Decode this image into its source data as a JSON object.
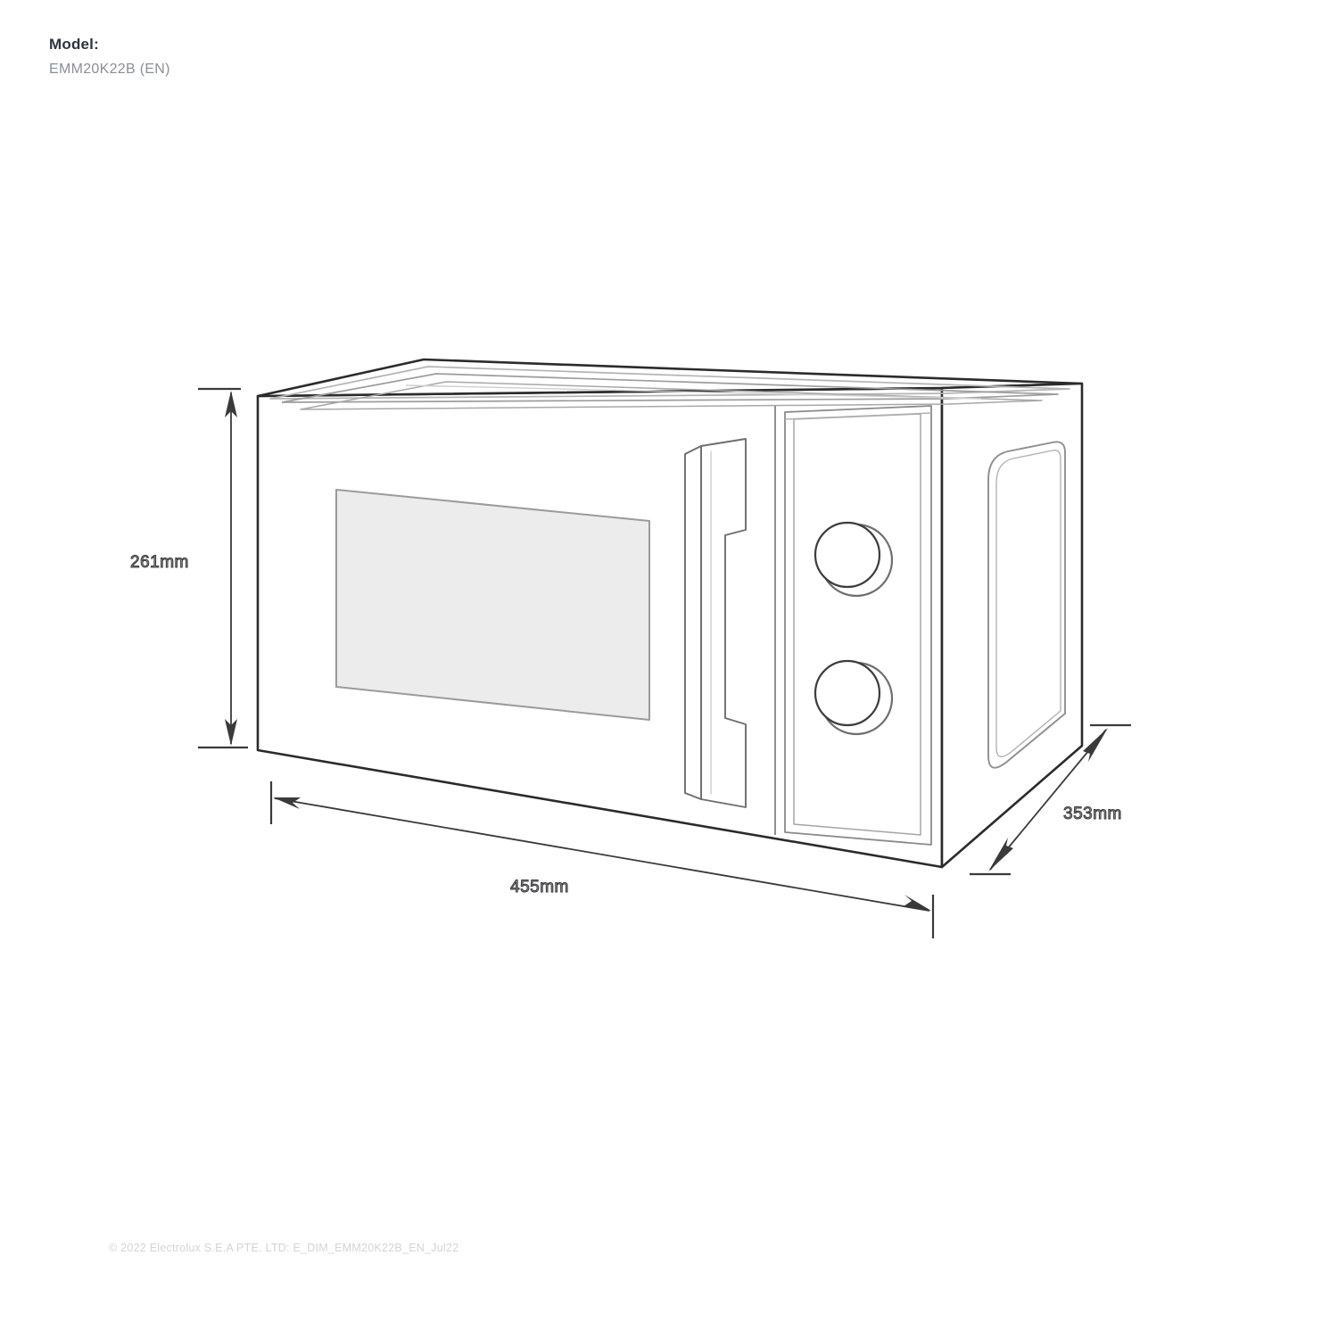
{
  "header": {
    "label": "Model:",
    "model": "EMM20K22B (EN)"
  },
  "footer": {
    "text": "© 2022 Electrolux S.E.A PTE. LTD: E_DIM_EMM20K22B_EN_Jul22"
  },
  "drawing": {
    "title": "Microwave oven isometric dimension drawing",
    "dimensions": {
      "height": "261mm",
      "width": "455mm",
      "depth": "353mm"
    },
    "parts": {
      "body": "cabinet",
      "door_window": "door-window",
      "door_handle": "door-handle",
      "control_panel": "control-panel",
      "knob_upper": "timer-knob",
      "knob_lower": "power-knob",
      "side_vent": "side-vent-panel",
      "top_panel": "top-recessed-panel"
    },
    "colors": {
      "outline": "#2b2b2b",
      "detail": "#7a7a7a",
      "window_fill": "#ececec",
      "window_stroke": "#9b9b9b",
      "dim_line": "#3a3a3a",
      "dim_text": "#9a9da3",
      "header_label": "#2e3440",
      "header_model": "#8b8f96",
      "footer_text": "#d2d4d8",
      "background": "#ffffff"
    }
  }
}
